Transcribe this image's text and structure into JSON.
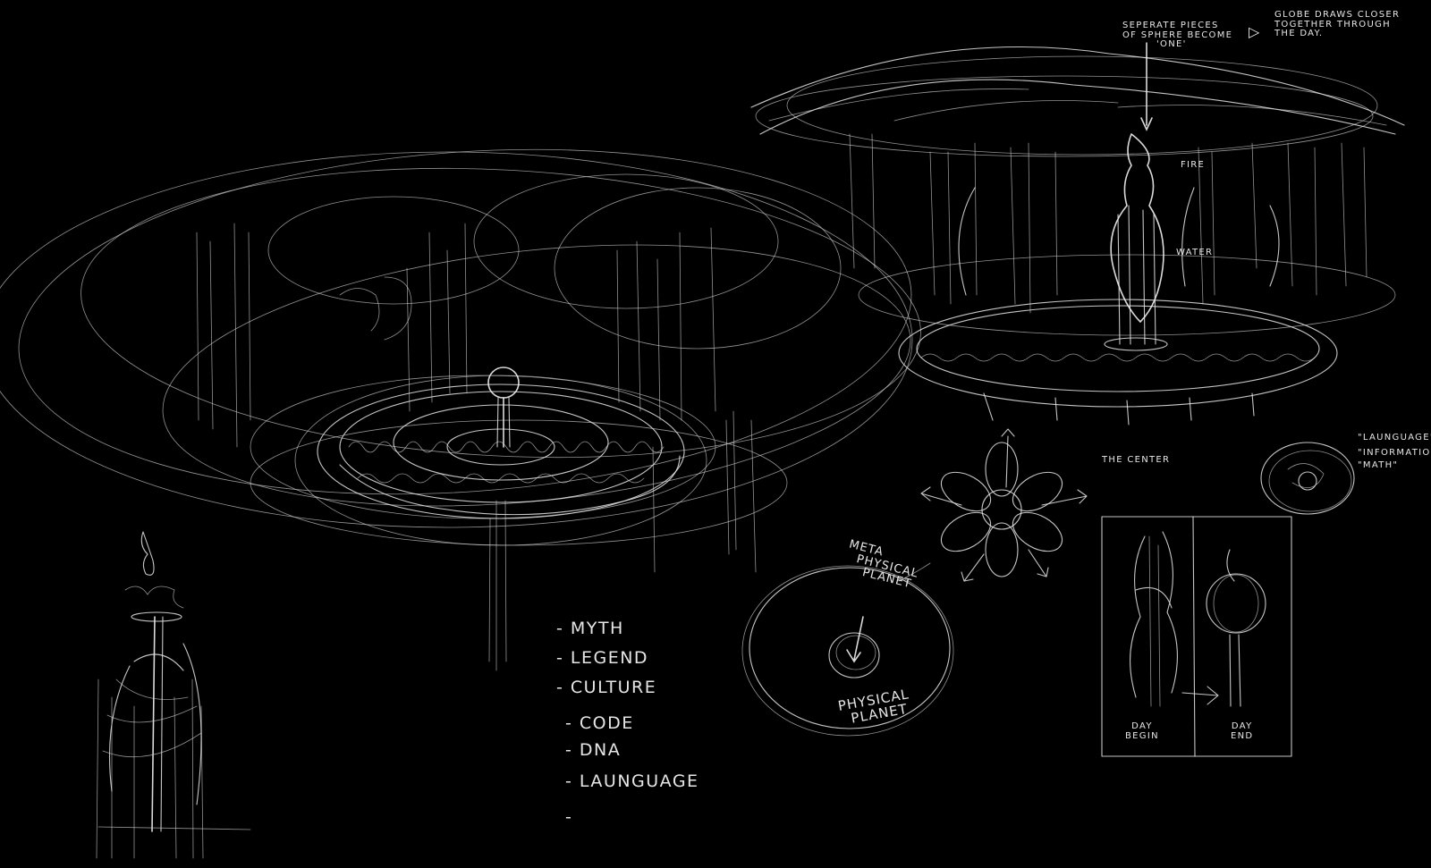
{
  "top_note_left": [
    "SEPERATE PIECES",
    "OF SPHERE BECOME",
    "'ONE'"
  ],
  "top_note_right": [
    "GLOBE DRAWS CLOSER",
    "TOGETHER THROUGH",
    "THE DAY."
  ],
  "label_fire": "FIRE",
  "label_water": "WATER",
  "label_center": "THE   CENTER",
  "label_language_notes": [
    "\"LAUNGUAGE\"",
    "\"INFORMATION\"",
    "\"MATH\""
  ],
  "label_meta": [
    "META",
    "PHYSICAL",
    "PLANET"
  ],
  "label_physical": [
    "PHYSICAL",
    "PLANET"
  ],
  "panel_left": [
    "DAY",
    "BEGIN"
  ],
  "panel_right": [
    "DAY",
    "END"
  ],
  "list_items": [
    "- MYTH",
    "- LEGEND",
    "- CULTURE",
    "- CODE",
    "- DNA",
    "- LAUNGUAGE",
    "-"
  ]
}
